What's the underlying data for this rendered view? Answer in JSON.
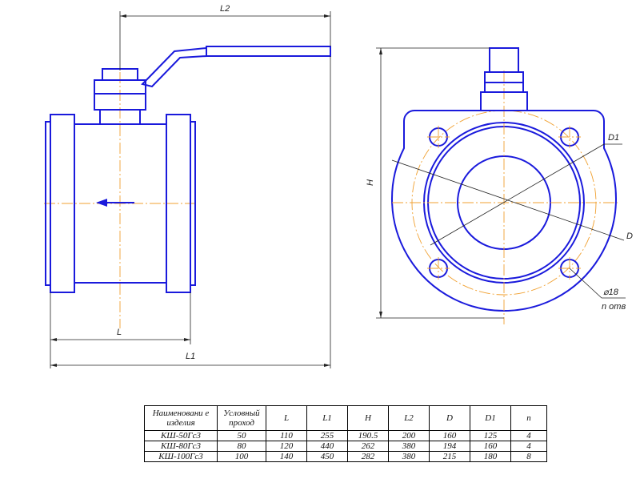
{
  "dimensions": {
    "L2": "L2",
    "L": "L",
    "L1": "L1",
    "H": "H",
    "D1": "D1",
    "D": "D",
    "hole": "⌀18",
    "n_holes": "n отв"
  },
  "table": {
    "headers": [
      "Наименовани е изделия",
      "Условный проход",
      "L",
      "L1",
      "H",
      "L2",
      "D",
      "D1",
      "n"
    ],
    "rows": [
      [
        "КШ-50Гс3",
        "50",
        "110",
        "255",
        "190.5",
        "200",
        "160",
        "125",
        "4"
      ],
      [
        "КШ-80Гс3",
        "80",
        "120",
        "440",
        "262",
        "380",
        "194",
        "160",
        "4"
      ],
      [
        "КШ-100Гс3",
        "100",
        "140",
        "450",
        "282",
        "380",
        "215",
        "180",
        "8"
      ]
    ]
  },
  "colors": {
    "outline": "#1a1adc",
    "centerline": "#f0a030",
    "dimension": "#222222"
  }
}
